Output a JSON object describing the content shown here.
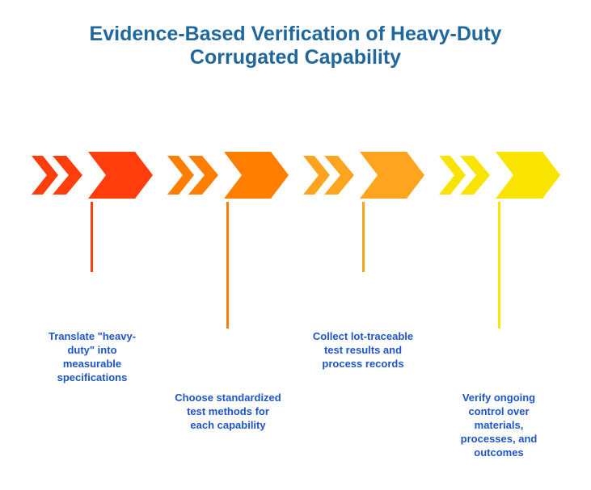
{
  "title": "Evidence-Based Verification of Heavy-Duty Corrugated Capability",
  "colors": {
    "background": "#FFFFFF",
    "title_text": "#20689B",
    "label_text": "#1D55C8"
  },
  "steps": [
    {
      "label": "Translate \"heavy-duty\" into measurable specifications",
      "color": "#FF3D0D",
      "connector": "short"
    },
    {
      "label": "Choose standardized test methods for each capability",
      "color": "#FF7E00",
      "connector": "long"
    },
    {
      "label": "Collect lot-traceable test results and process records",
      "color": "#FFA41E",
      "connector": "short"
    },
    {
      "label": "Verify ongoing control over materials, processes, and outcomes",
      "color": "#F8E400",
      "connector": "long"
    }
  ]
}
